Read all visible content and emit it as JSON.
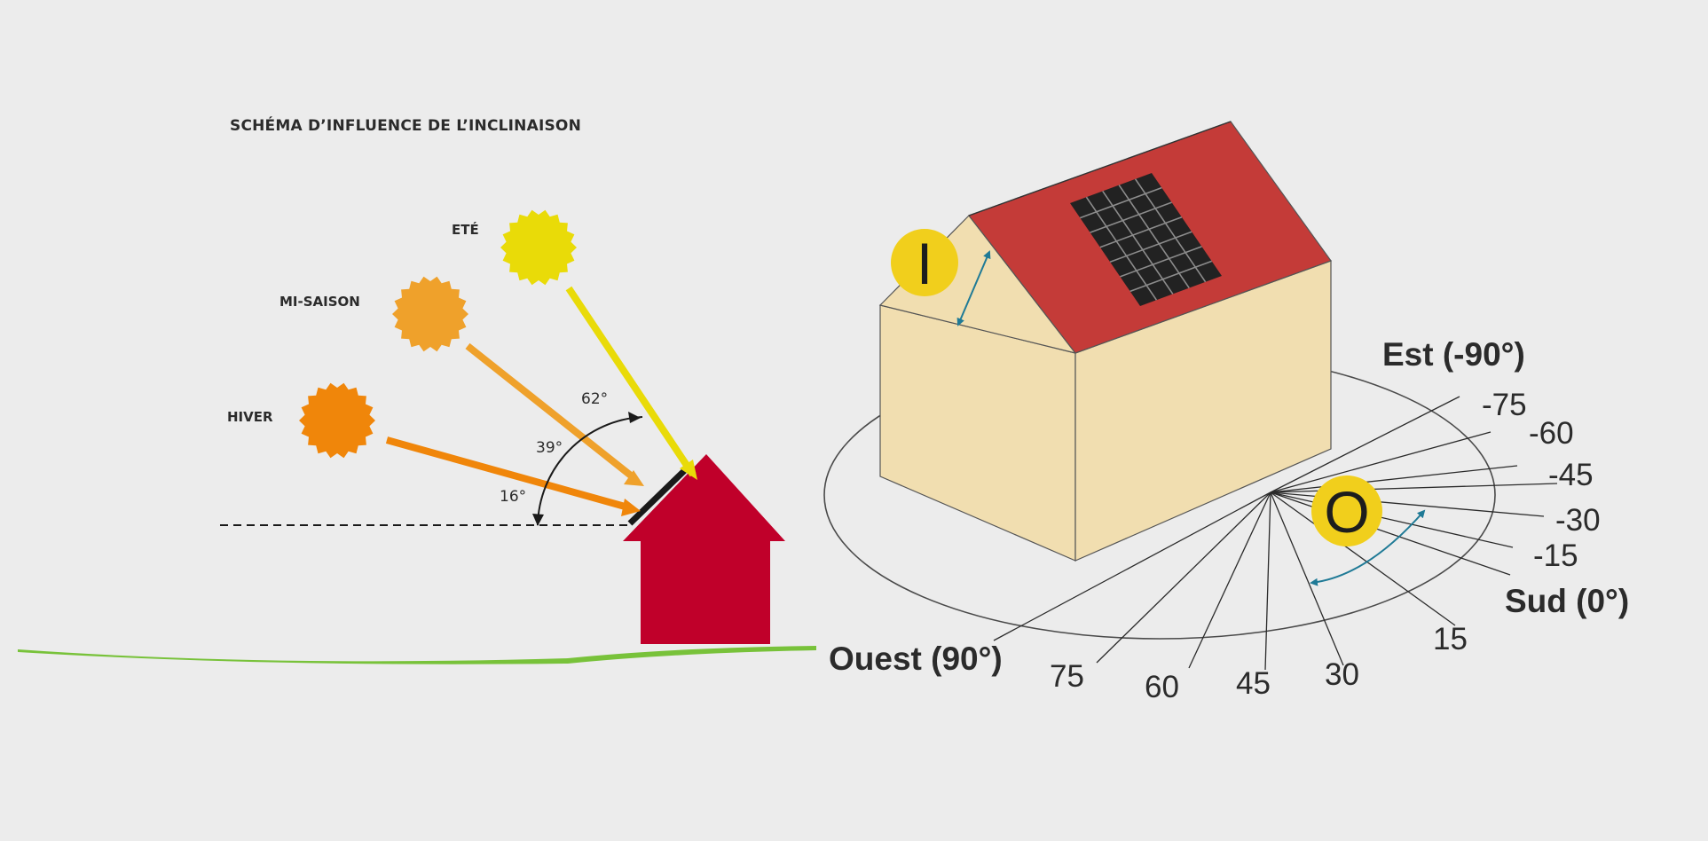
{
  "left_panel": {
    "title": "SCHÉMA D’INFLUENCE DE L’INCLINAISON",
    "suns": [
      {
        "label": "ETÉ",
        "color": "#e9db08"
      },
      {
        "label": "MI-SAISON",
        "color": "#efa12b"
      },
      {
        "label": "HIVER",
        "color": "#f0860a"
      }
    ],
    "angles": [
      "62°",
      "39°",
      "16°"
    ],
    "colors": {
      "house": "#c0002a",
      "ground": "#78c23a",
      "panel": "#1a1a1a"
    }
  },
  "right_panel": {
    "inclination_badge": "I",
    "orientation_badge": "O",
    "directions": {
      "east": "Est (-90°)",
      "south": "Sud (0°)",
      "west": "Ouest (90°)"
    },
    "east_side_degrees": [
      "-75",
      "-60",
      "-45",
      "-30",
      "-15"
    ],
    "west_side_degrees": [
      "15",
      "30",
      "45",
      "60",
      "75"
    ],
    "colors": {
      "roof": "#c43b38",
      "wall": "#f1deb0",
      "badge": "#f1cf1c",
      "arrow": "#1f7a96",
      "solar_panel": "#222222"
    }
  }
}
